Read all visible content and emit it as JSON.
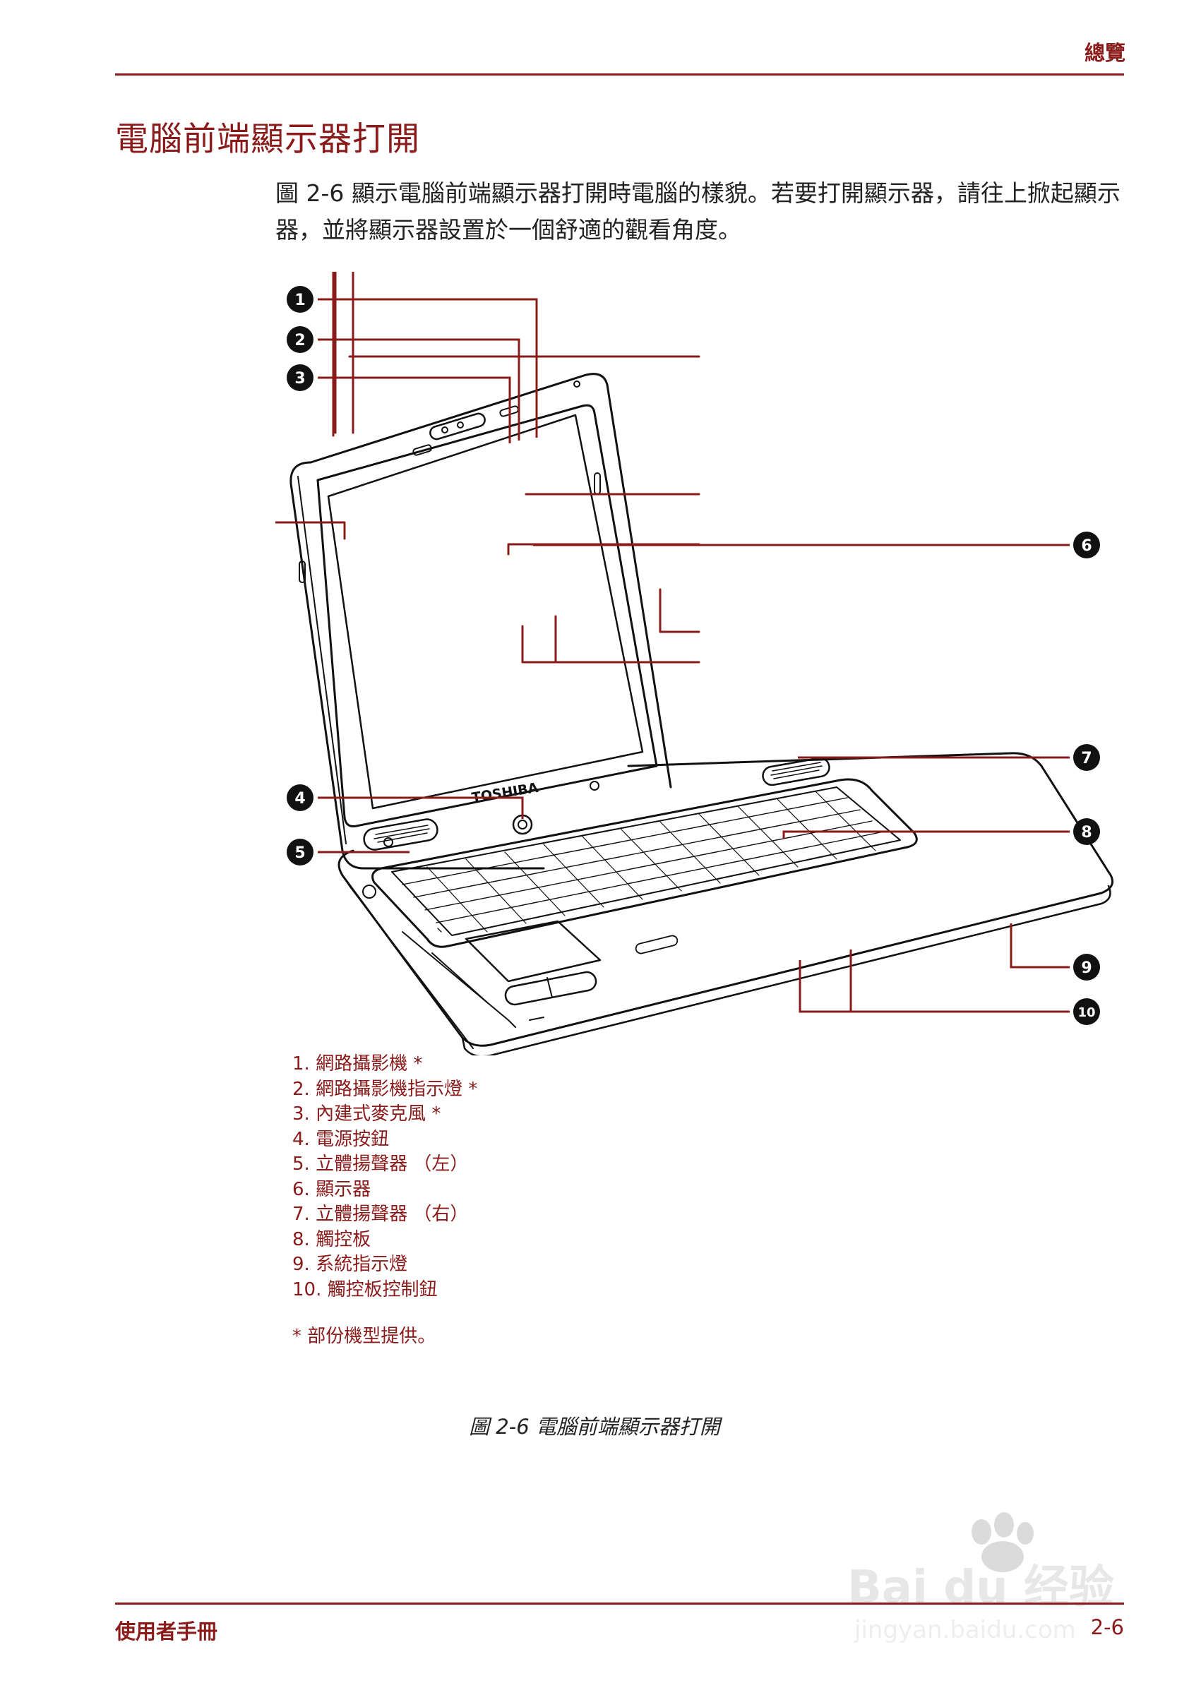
{
  "header": {
    "title": "總覽"
  },
  "section": {
    "title": "電腦前端顯示器打開",
    "intro": "圖 2-6 顯示電腦前端顯示器打開時電腦的樣貌。若要打開顯示器，請往上掀起顯示器，並將顯示器設置於一個舒適的觀看角度。"
  },
  "figure": {
    "brand": "TOSHIBA",
    "callouts": [
      "1",
      "2",
      "3",
      "4",
      "5",
      "6",
      "7",
      "8",
      "9",
      "10"
    ],
    "legend": [
      "1. 網路攝影機 *",
      "2. 網路攝影機指示燈 *",
      "3. 內建式麥克風 *",
      "4. 電源按鈕",
      "5. 立體揚聲器 （左）",
      "6. 顯示器",
      "7. 立體揚聲器 （右）",
      "8. 觸控板",
      "9. 系統指示燈",
      "10. 觸控板控制鈕"
    ],
    "footnote": "* 部份機型提供。",
    "caption": "圖 2-6 電腦前端顯示器打開"
  },
  "footer": {
    "left": "使用者手冊",
    "right": "2-6"
  },
  "watermark": {
    "brand": "Bai du 经验",
    "url": "jingyan.baidu.com"
  }
}
